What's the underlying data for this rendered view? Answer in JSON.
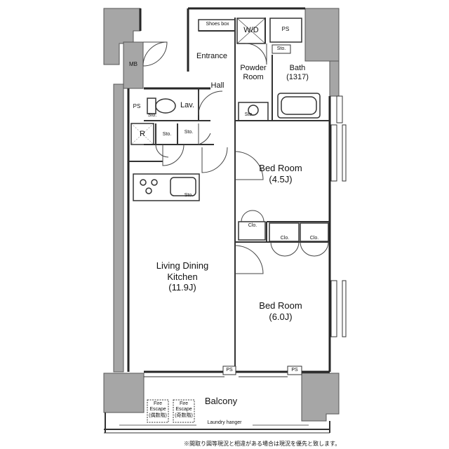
{
  "rooms": {
    "living": {
      "line1": "Living Dining",
      "line2": "Kitchen",
      "size": "(11.9J)"
    },
    "bed1": {
      "name": "Bed Room",
      "size": "(4.5J)"
    },
    "bed2": {
      "name": "Bed Room",
      "size": "(6.0J)"
    },
    "bath": {
      "name": "Bath",
      "size": "(1317)"
    },
    "powder": {
      "line1": "Powder",
      "line2": "Room"
    },
    "entrance": "Entrance",
    "hall": "Hall",
    "lav": "Lav.",
    "wd": "W/D",
    "shoes_box": "Shoes box",
    "balcony": "Balcony",
    "mb": "MB",
    "r": "R"
  },
  "small_labels": {
    "ps": "PS",
    "sto": "Sto.",
    "clo": "Clo."
  },
  "balcony": {
    "fire_escape_1": {
      "line1": "Fire",
      "line2": "Escape",
      "line3": "(偶数階)"
    },
    "fire_escape_2": {
      "line1": "Fire",
      "line2": "Escape",
      "line3": "(奇数階)"
    },
    "laundry_hanger": "Laundry hanger"
  },
  "footnote": "※間取り図等現況と相違がある場合は現況を優先と致します。",
  "colors": {
    "structure": "#a6a6a6",
    "wall": "#262626",
    "line": "#333333"
  }
}
